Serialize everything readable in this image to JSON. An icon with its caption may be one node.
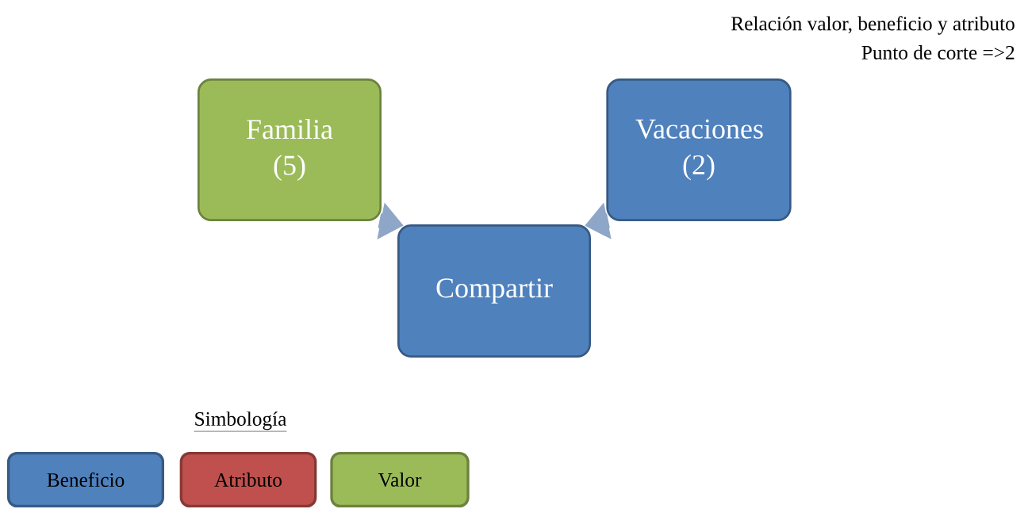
{
  "diagram": {
    "nodes": [
      {
        "text": [
          "Familia (5)"
        ]
      },
      {
        "text": [
          "Vacaciones (2)"
        ]
      },
      {
        "text": [
          "Compartir"
        ]
      }
    ],
    "edges": [
      {
        "from": 0,
        "to": 2,
        "arrow": "to"
      },
      {
        "from": 1,
        "to": 2,
        "arrow": "to"
      }
    ],
    "labels": [
      "Relación valor, beneficio y atributo",
      "Punto de corte =>2",
      "Simbología"
    ],
    "legend": [
      {
        "text": "Beneficio",
        "color": "#4f81bd"
      },
      {
        "text": "Atributo",
        "color": "#c0504d"
      },
      {
        "text": "Valor",
        "color": "#9bbb59"
      }
    ]
  }
}
